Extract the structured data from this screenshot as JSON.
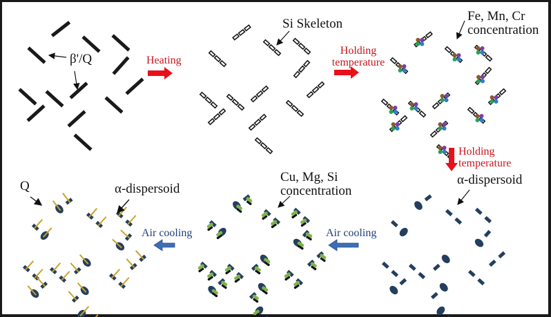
{
  "title": "Microstructure evolution schematic during heating, holding and air cooling",
  "colors": {
    "precipitate": "#1a1a1a",
    "arrow_red": "#e8101a",
    "text_red": "#c8161d",
    "arrow_blue": "#3d6db5",
    "text_blue": "#1f3f7a",
    "dispersoid": "#243f5e",
    "fe_dot": "#8b5a2b",
    "mn_dot": "#7b3fa8",
    "cr_dot": "#2aa05a",
    "blue_dot": "#2a7fd0",
    "green_dot": "#7fb34a",
    "q_phase": "#c9a227"
  },
  "panels": [
    {
      "id": "initial",
      "labels": [
        "β'/Q"
      ]
    },
    {
      "id": "si-skeleton",
      "labels": [
        "Si Skeleton"
      ]
    },
    {
      "id": "fe-mn-cr",
      "labels": [
        "Fe, Mn, Cr",
        "concentration"
      ]
    },
    {
      "id": "dispersoid",
      "labels": [
        "α-dispersoid"
      ]
    },
    {
      "id": "cu-mg-si",
      "labels": [
        "Cu, Mg, Si",
        "concentration"
      ]
    },
    {
      "id": "final",
      "labels": [
        "Q",
        "α-dispersoid"
      ]
    }
  ],
  "transitions": [
    {
      "label": "Heating",
      "direction": "right",
      "color": "red"
    },
    {
      "label": "Holding temperature",
      "line1": "Holding",
      "line2": "temperature",
      "direction": "right",
      "color": "red"
    },
    {
      "label": "Holding temperature",
      "line1": "Holding",
      "line2": "temperature",
      "direction": "down",
      "color": "red"
    },
    {
      "label": "Air cooling",
      "direction": "left",
      "color": "blue"
    },
    {
      "label": "Air cooling",
      "direction": "left",
      "color": "blue"
    }
  ]
}
